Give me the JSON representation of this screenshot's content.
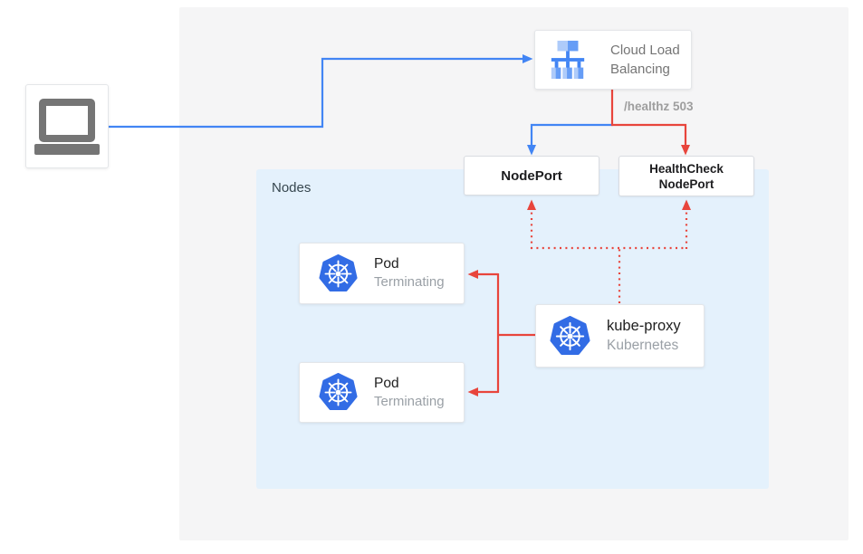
{
  "colors": {
    "traffic_blue": "#4285f4",
    "health_red": "#e8453c",
    "panel_gray": "#f5f5f6",
    "nodes_blue": "#e4f1fc"
  },
  "client": {
    "icon": "laptop-icon"
  },
  "load_balancer": {
    "label": "Cloud Load Balancing",
    "icon": "cloud-load-balancing-icon"
  },
  "health_check_annotation": "/healthz 503",
  "node_port": {
    "label": "NodePort"
  },
  "health_check_node_port": {
    "label": "HealthCheck NodePort"
  },
  "nodes_group": {
    "label": "Nodes"
  },
  "pods": {
    "top": {
      "title": "Pod",
      "status": "Terminating",
      "icon": "kubernetes-icon"
    },
    "bottom": {
      "title": "Pod",
      "status": "Terminating",
      "icon": "kubernetes-icon"
    }
  },
  "kube_proxy": {
    "title": "kube-proxy",
    "subtitle": "Kubernetes",
    "icon": "kubernetes-icon"
  }
}
